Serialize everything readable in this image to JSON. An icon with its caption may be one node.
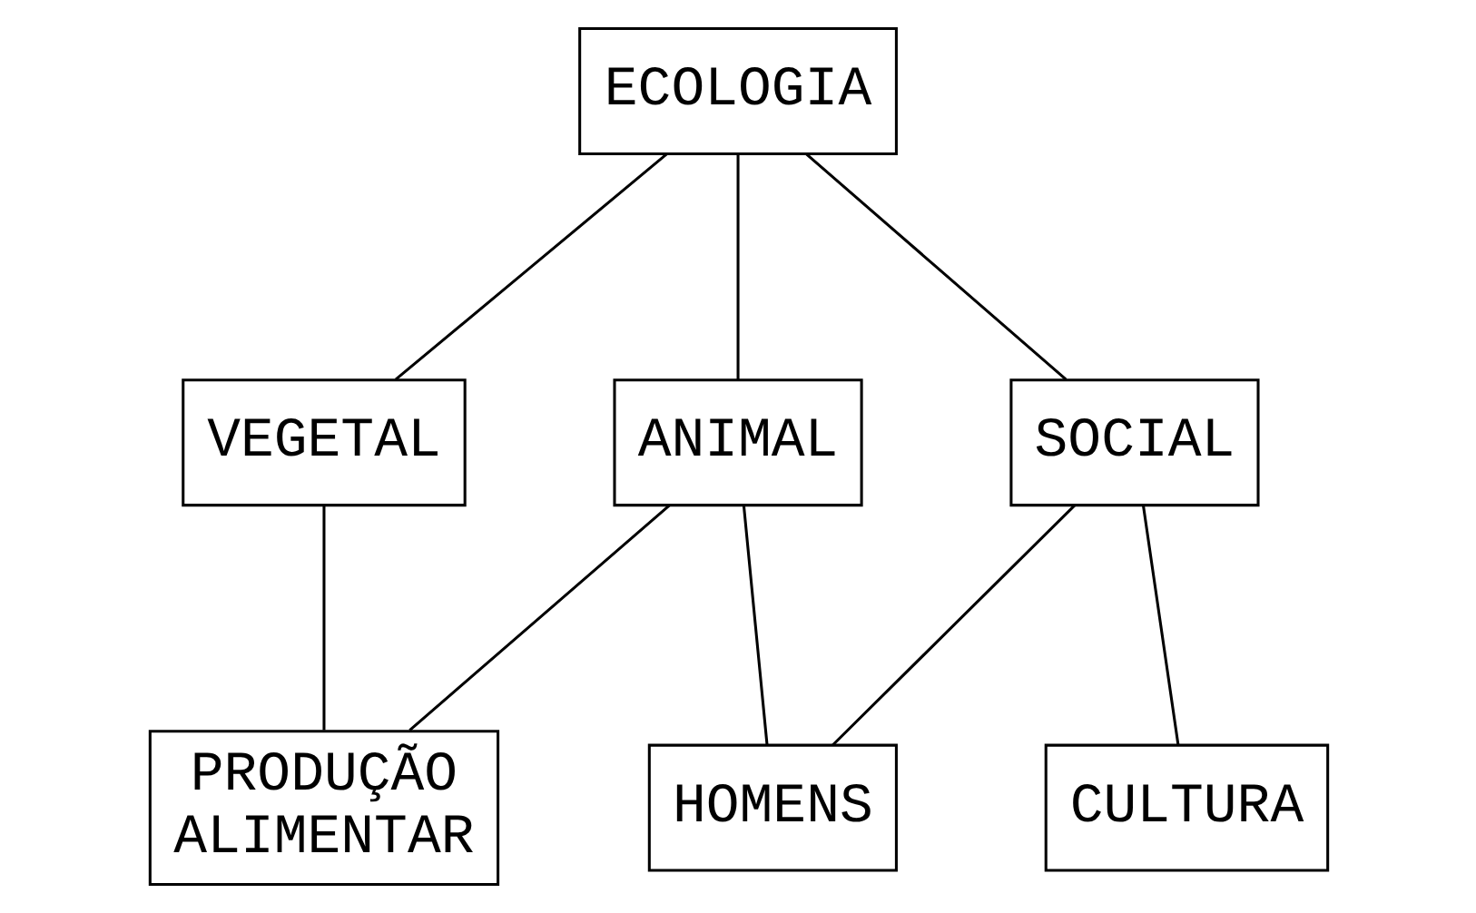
{
  "diagram": {
    "nodes": [
      {
        "text": [
          "ECOLOGIA"
        ]
      },
      {
        "text": [
          "VEGETAL"
        ]
      },
      {
        "text": [
          "ANIMAL"
        ]
      },
      {
        "text": [
          "SOCIAL"
        ]
      },
      {
        "text": [
          "PRODUÇÃO ALIMENTAR"
        ]
      },
      {
        "text": [
          "HOMENS"
        ]
      },
      {
        "text": [
          "CULTURA"
        ]
      }
    ],
    "edges": [
      {
        "from": 0,
        "to": 1,
        "arrow": "none"
      },
      {
        "from": 0,
        "to": 2,
        "arrow": "none"
      },
      {
        "from": 0,
        "to": 3,
        "arrow": "none"
      },
      {
        "from": 1,
        "to": 4,
        "arrow": "none"
      },
      {
        "from": 2,
        "to": 4,
        "arrow": "none"
      },
      {
        "from": 2,
        "to": 5,
        "arrow": "none"
      },
      {
        "from": 3,
        "to": 5,
        "arrow": "none"
      },
      {
        "from": 3,
        "to": 6,
        "arrow": "none"
      }
    ]
  }
}
